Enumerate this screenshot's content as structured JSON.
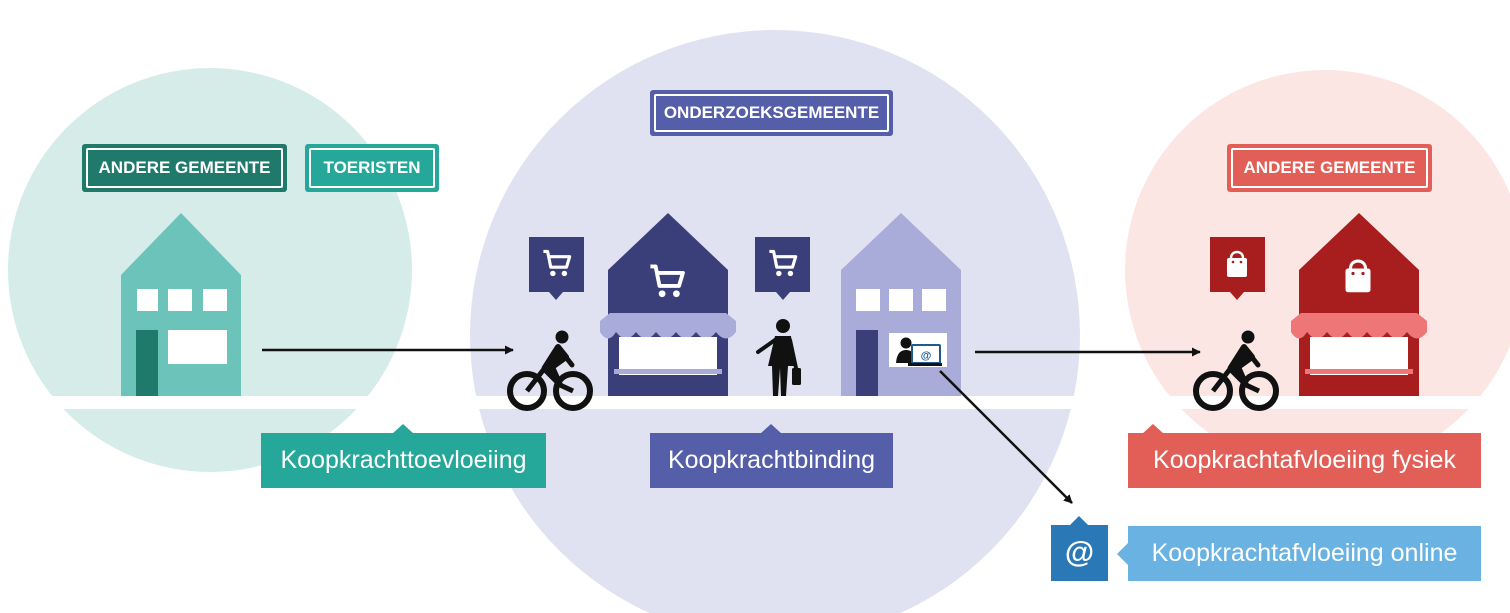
{
  "colors": {
    "teal_light": "#d5ece8",
    "teal": "#6cc3b9",
    "teal_dark": "#1f7a6b",
    "teal_label": "#25a799",
    "purple_light": "#e1e2f1",
    "navy": "#3a3f79",
    "lavender": "#a9acd9",
    "purple_label": "#555ea8",
    "red_light": "#fbe6e4",
    "red_dark": "#a81e1e",
    "red_awning": "#ef7676",
    "red_label": "#e15f56",
    "blue_label": "#69b2e2",
    "blue_dark": "#2b78b6",
    "black": "#111111"
  },
  "tags": {
    "left_municipality": "ANDERE GEMEENTE",
    "tourists": "TOERISTEN",
    "research_municipality": "ONDERZOEKSGEMEENTE",
    "right_municipality": "ANDERE GEMEENTE"
  },
  "flows": {
    "inflow": "Koopkrachttoevloeiing",
    "binding": "Koopkrachtbinding",
    "outflow_physical": "Koopkrachtafvloeiing fysiek",
    "outflow_online": "Koopkrachtafvloeiing online"
  },
  "online_symbol": "@",
  "laptop_symbol": "@",
  "icons": [
    "shopping-cart-icon",
    "shopping-bag-icon",
    "bicycle-icon",
    "pedestrian-icon",
    "laptop-user-icon",
    "at-sign-icon"
  ]
}
